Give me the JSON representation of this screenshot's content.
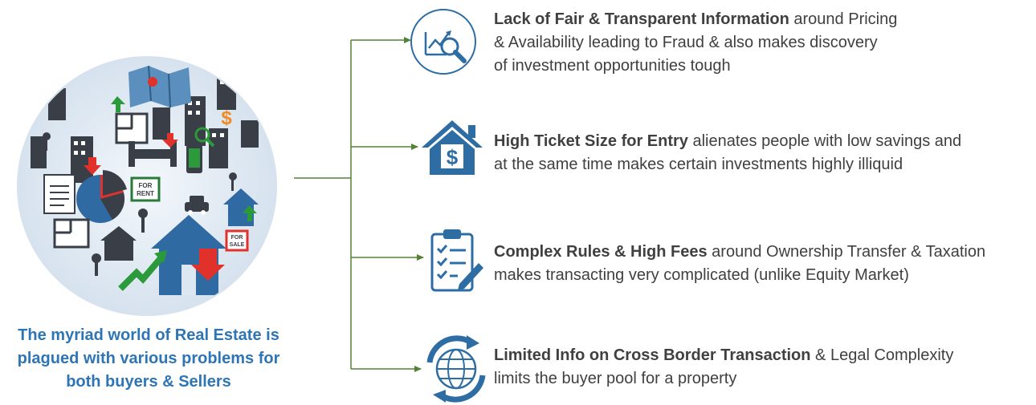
{
  "caption": {
    "line1": "The myriad world of Real Estate is",
    "line2": "plagued with various problems for",
    "line3": "both buyers & Sellers"
  },
  "collage": {
    "labels": {
      "for_rent": "FOR RENT",
      "for_sale": "FOR SALE",
      "dollar": "$"
    }
  },
  "colors": {
    "accent_blue": "#2e75b6",
    "icon_blue": "#2e6da4",
    "connector_green": "#548235",
    "text_gray": "#404040",
    "circle_bg": "#dde7f1"
  },
  "items": [
    {
      "icon": "chart-magnifier-icon",
      "bold": "Lack of Fair & Transparent Information",
      "rest_line1": " around Pricing",
      "line2": "& Availability leading to Fraud & also makes discovery",
      "line3": "of investment opportunities tough"
    },
    {
      "icon": "house-dollar-icon",
      "bold": "High Ticket Size for Entry",
      "rest_line1": " alienates people with low savings and",
      "line2": "at the same time makes certain investments highly illiquid"
    },
    {
      "icon": "clipboard-checklist-icon",
      "bold": "Complex Rules & High Fees",
      "rest_line1": " around Ownership Transfer & Taxation",
      "line2": "makes transacting very complicated (unlike Equity Market)"
    },
    {
      "icon": "globe-arrows-icon",
      "bold": "Limited Info on Cross Border Transaction",
      "rest_line1": " & Legal Complexity",
      "line2": "limits the buyer pool for a property"
    }
  ]
}
